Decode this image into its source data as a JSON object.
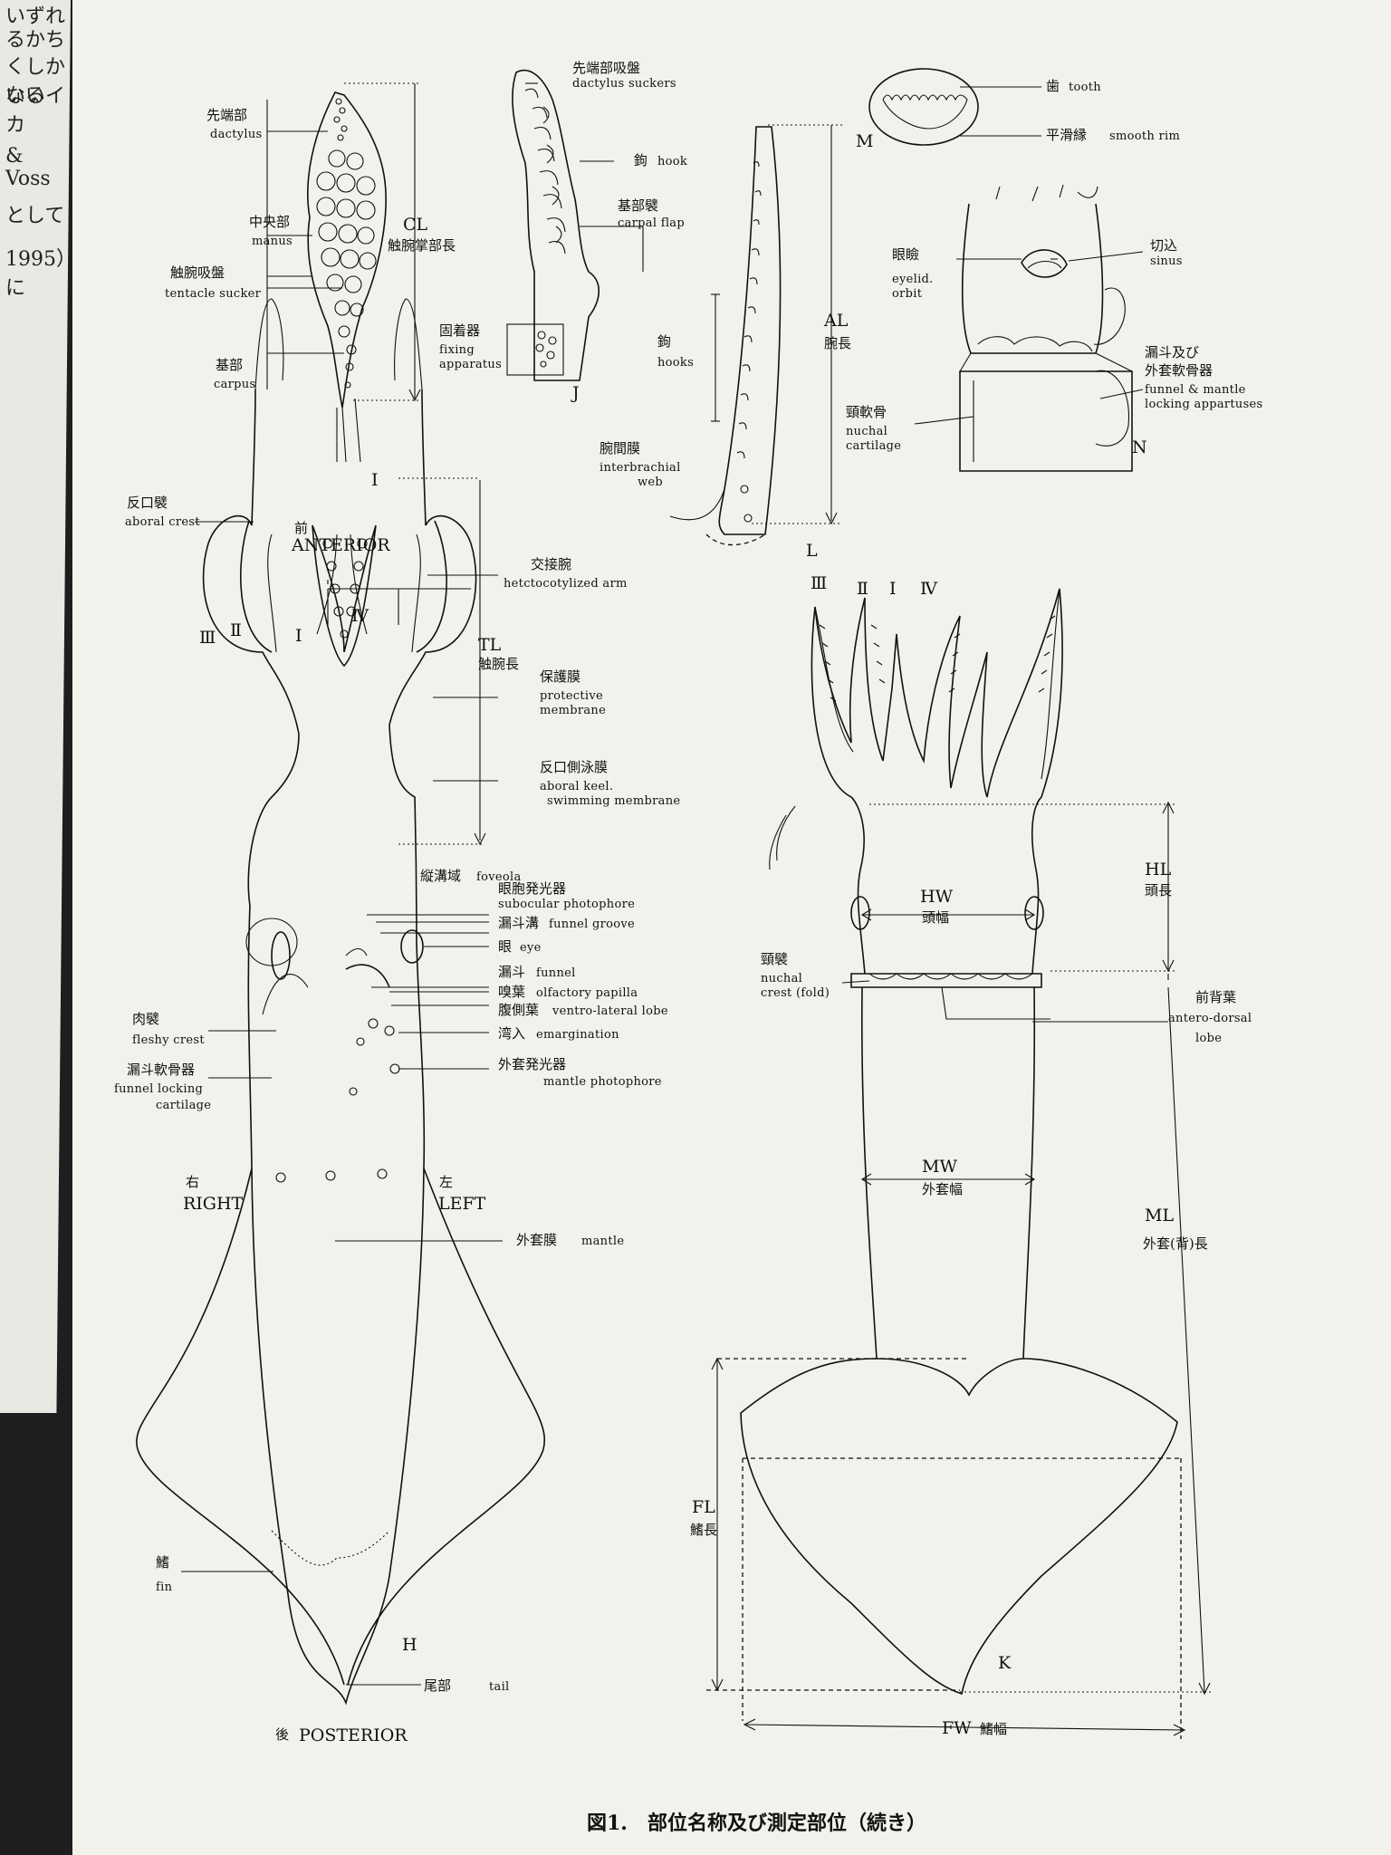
{
  "caption": "図1.　部位名称及び測定部位（続き）",
  "margin_text": [
    "いずれ",
    "るかち",
    "くしかない",
    "いるイカ",
    "& Voss",
    "として",
    "1995）に"
  ],
  "labels": {
    "dactylus_j": "先端部",
    "dactylus_e": "dactylus",
    "manus_j": "中央部",
    "manus_e": "manus",
    "tsucker_j": "触腕吸盤",
    "tsucker_e": "tentacle sucker",
    "carpus_j": "基部",
    "carpus_e": "carpus",
    "cl": "CL",
    "cl_j": "触腕掌部長",
    "fig_i": "I",
    "dsucker_j": "先端部吸盤",
    "dsucker_e": "dactylus suckers",
    "hook_j": "鉤",
    "hook_e": "hook",
    "cflap_j": "基部襞",
    "cflap_e": "carpal flap",
    "fixing_j": "固着器",
    "fixing_e1": "fixing",
    "fixing_e2": "apparatus",
    "fig_j": "J",
    "tooth_j": "歯",
    "tooth_e": "tooth",
    "rim_j": "平滑縁",
    "rim_e": "smooth rim",
    "fig_m": "M",
    "al": "AL",
    "al_j": "腕長",
    "hooks_j": "鉤",
    "hooks_e": "hooks",
    "web_j": "腕間膜",
    "web_e1": "interbrachial",
    "web_e2": "web",
    "fig_l": "L",
    "eyelid_j": "眼瞼",
    "eyelid_e1": "eyelid.",
    "eyelid_e2": "orbit",
    "sinus_j": "切込",
    "sinus_e": "sinus",
    "fml_j1": "漏斗及び",
    "fml_j2": "外套軟骨器",
    "fml_e1": "funnel  &  mantle",
    "fml_e2": "locking  appartuses",
    "nuchal_j": "頸軟骨",
    "nuchal_e1": "nuchal",
    "nuchal_e2": "cartilage",
    "fig_n": "N",
    "aboral_j": "反口襞",
    "aboral_e": "aboral  crest",
    "ant_j": "前",
    "ant_e": "ANTERIOR",
    "hecto_j": "交接腕",
    "hecto_e": "hetctocotylized  arm",
    "tl": "TL",
    "tl_j": "触腕長",
    "prot_j": "保護膜",
    "prot_e1": "protective",
    "prot_e2": "membrane",
    "keel_j": "反口側泳膜",
    "keel_e1": "aboral  keel.",
    "keel_e2": "swimming  membrane",
    "foveola_j": "縦溝域",
    "foveola_e": "foveola",
    "subocular_j": "眼胞発光器",
    "subocular_e": "subocular  photophore",
    "fgroove_j": "漏斗溝",
    "fgroove_e": "funnel  groove",
    "eye_j": "眼",
    "eye_e": "eye",
    "funnel_j": "漏斗",
    "funnel_e": "funnel",
    "olf_j": "嗅葉",
    "olf_e": "olfactory  papilla",
    "vl_j": "腹側葉",
    "vl_e": "ventro-lateral  lobe",
    "emarg_j": "湾入",
    "emarg_e": "emargination",
    "mphoto_j": "外套発光器",
    "mphoto_e": "mantle  photophore",
    "fleshy_j": "肉襞",
    "fleshy_e": "fleshy  crest",
    "flc_j": "漏斗軟骨器",
    "flc_e1": "funnel  locking",
    "flc_e2": "cartilage",
    "right_j": "右",
    "right_e": "RIGHT",
    "left_j": "左",
    "left_e": "LEFT",
    "mantle_j": "外套膜",
    "mantle_e": "mantle",
    "fin_j": "鰭",
    "fin_e": "fin",
    "fig_h": "H",
    "tail_j": "尾部",
    "tail_e": "tail",
    "post_j": "後",
    "post_e": "POSTERIOR",
    "arm_3": "Ⅲ",
    "arm_2": "Ⅱ",
    "arm_1": "Ⅰ",
    "arm_4": "Ⅳ",
    "hl": "HL",
    "hl_j": "頭長",
    "hw": "HW",
    "hw_j": "頭幅",
    "ncrest_j": "頸襞",
    "ncrest_e1": "nuchal",
    "ncrest_e2": "crest (fold)",
    "adl_j": "前背葉",
    "adl_e1": "antero-dorsal",
    "adl_e2": "lobe",
    "mw": "MW",
    "mw_j": "外套幅",
    "ml": "ML",
    "ml_j": "外套(背)長",
    "fl": "FL",
    "fl_j": "鰭長",
    "fig_k": "K",
    "fw": "FW",
    "fw_j": "鰭幅"
  }
}
